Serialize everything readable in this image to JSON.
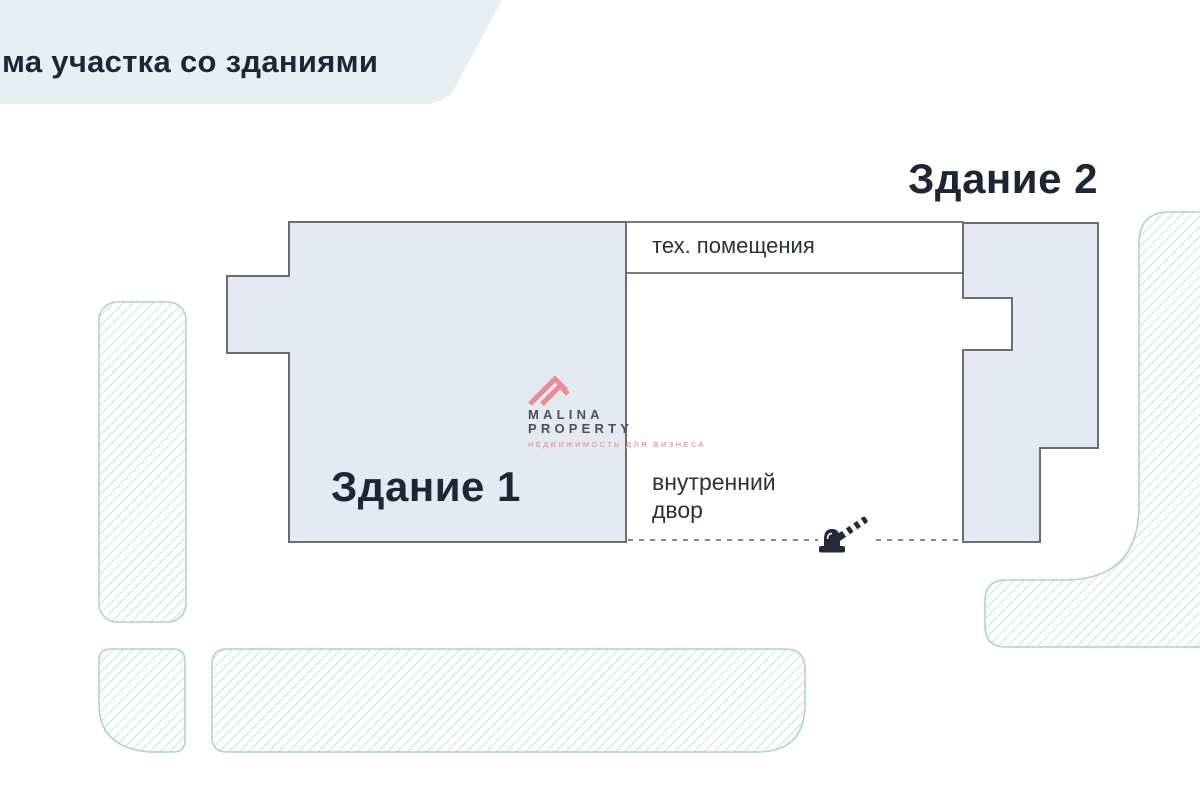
{
  "header": {
    "title": "ма участка со зданиями"
  },
  "plan": {
    "building1_label": "Здание 1",
    "building2_label": "Здание 2",
    "tech_rooms_label": "тех. помещения",
    "courtyard_label": "внутренний двор"
  },
  "logo": {
    "name_line1": "MALINA",
    "name_line2": "PROPERTY",
    "tagline": "НЕДВИЖИМОСТЬ ДЛЯ БИЗНЕСА"
  },
  "icons": {
    "barrier": "boom-barrier-icon",
    "logo_mark": "mountain-peaks-icon"
  },
  "colors": {
    "header-bg": "#e9edf4",
    "title-text": "#1e2634",
    "building-fill": "#e5e9f3",
    "building-border": "#6a6d72",
    "label-text": "#2c313c",
    "dash-line": "#85888f",
    "hatch-line": "#b9dcc9",
    "hatch-border": "#a8d5bf",
    "logo-pink": "#ec8b94",
    "logo-text": "#4c4f56",
    "logo-tagline": "#e9a2aa",
    "barrier-dark": "#232a38"
  }
}
